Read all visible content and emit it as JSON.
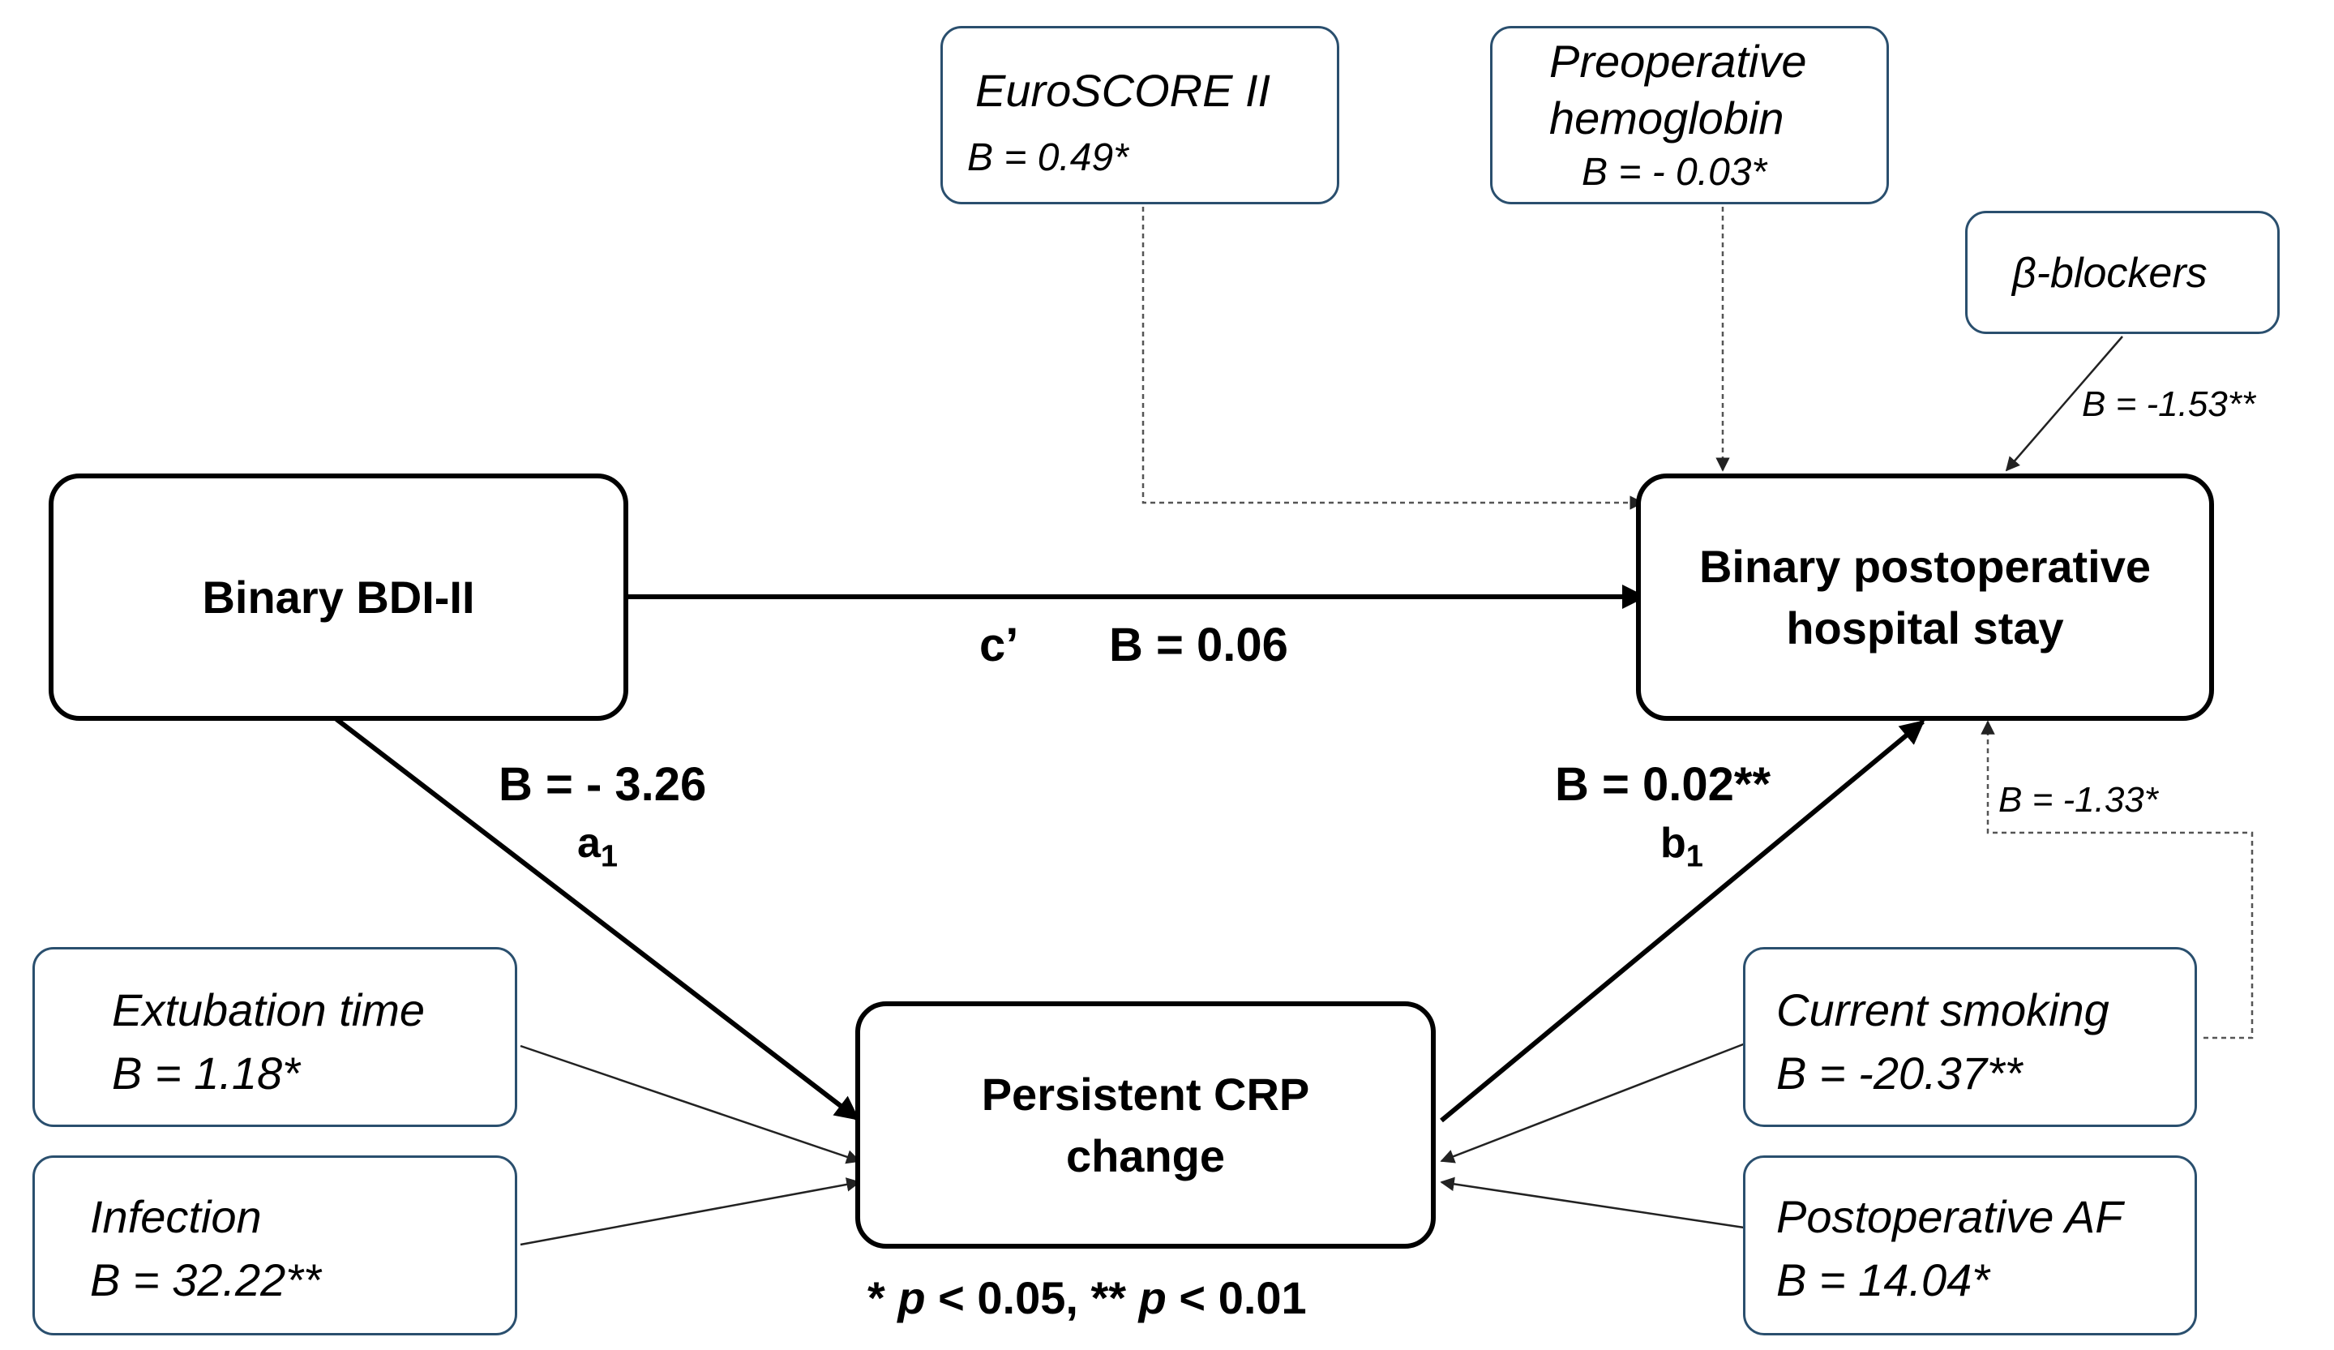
{
  "nodes": {
    "bdi": "Binary BDI-II",
    "stay_line1": "Binary postoperative",
    "stay_line2": "hospital stay",
    "crp_line1": "Persistent CRP",
    "crp_line2": "change"
  },
  "covariates": {
    "euroscore": {
      "title": "EuroSCORE II",
      "b": "B = 0.49*"
    },
    "hemoglobin": {
      "title_line1": "Preoperative",
      "title_line2": "hemoglobin",
      "b": "B = - 0.03*"
    },
    "beta_blockers": {
      "title": "β-blockers",
      "b": "B = -1.53**"
    },
    "extubation": {
      "title": "Extubation time",
      "b": "B =  1.18*"
    },
    "infection": {
      "title": "Infection",
      "b": "B =  32.22**"
    },
    "smoking": {
      "title": "Current smoking",
      "b": "B = -20.37**",
      "b_stay": "B = -1.33*"
    },
    "af": {
      "title": "Postoperative AF",
      "b": "B = 14.04*"
    }
  },
  "paths": {
    "c_prime_label": "c’",
    "c_prime_b": "B = 0.06",
    "a1_b": "B = - 3.26",
    "a1_letter": "a",
    "a1_sub": "1",
    "b1_b": "B = 0.02**",
    "b1_letter": "b",
    "b1_sub": "1"
  },
  "footnote": {
    "part1": "* ",
    "p1": "p",
    "part2": " < 0.05, ** ",
    "p2": "p",
    "part3": " < 0.01"
  }
}
